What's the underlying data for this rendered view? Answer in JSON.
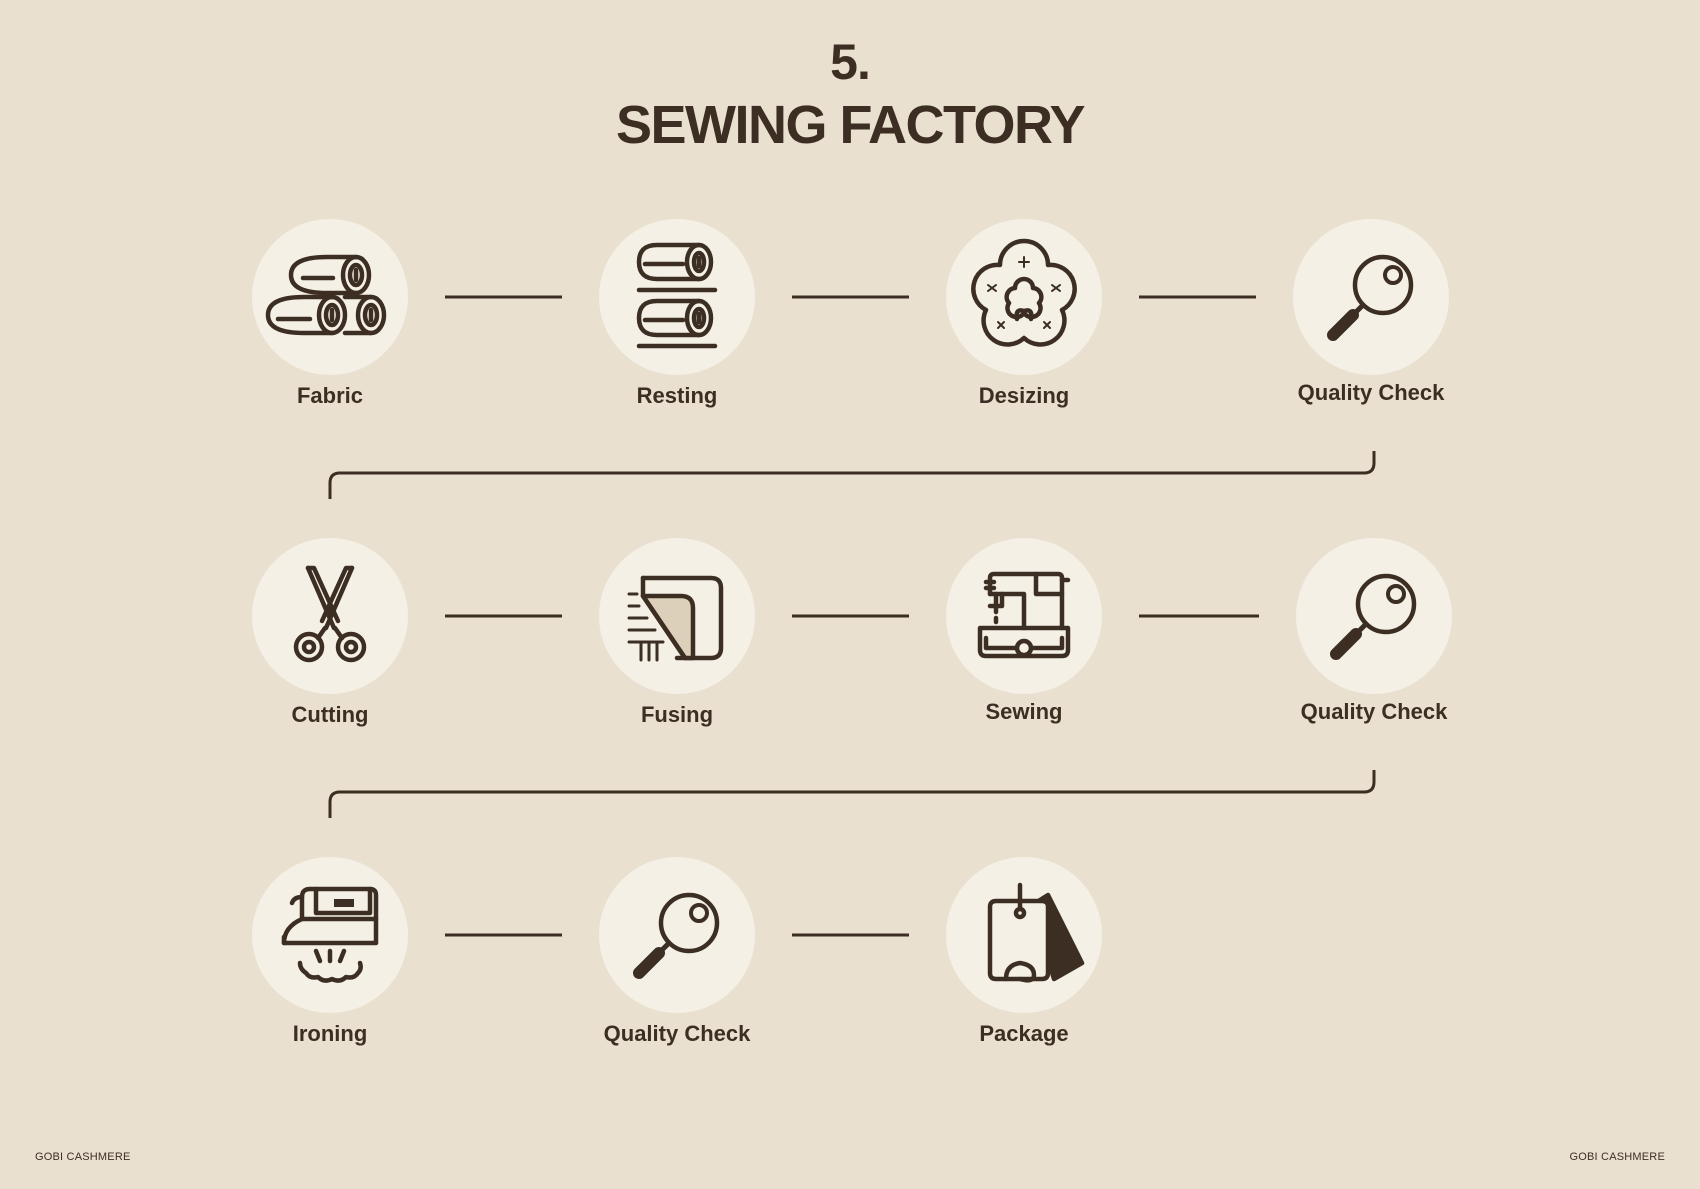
{
  "title": {
    "number": "5.",
    "text": "SEWING FACTORY"
  },
  "colors": {
    "background": "#e9e0d0",
    "circle": "#f5f0e6",
    "ink": "#3c2e22"
  },
  "steps": [
    {
      "label": "Fabric",
      "icon": "fabric-rolls-icon"
    },
    {
      "label": "Resting",
      "icon": "stacked-rolls-icon"
    },
    {
      "label": "Desizing",
      "icon": "cotton-flower-icon"
    },
    {
      "label": "Quality Check",
      "icon": "magnifier-icon"
    },
    {
      "label": "Cutting",
      "icon": "scissors-icon"
    },
    {
      "label": "Fusing",
      "icon": "fusing-fabric-icon"
    },
    {
      "label": "Sewing",
      "icon": "sewing-machine-icon"
    },
    {
      "label": "Quality Check",
      "icon": "magnifier-icon"
    },
    {
      "label": "Ironing",
      "icon": "iron-icon"
    },
    {
      "label": "Quality Check",
      "icon": "magnifier-icon"
    },
    {
      "label": "Package",
      "icon": "tag-icon"
    }
  ],
  "footer": {
    "left": "GOBI CASHMERE",
    "right": "GOBI CASHMERE"
  }
}
